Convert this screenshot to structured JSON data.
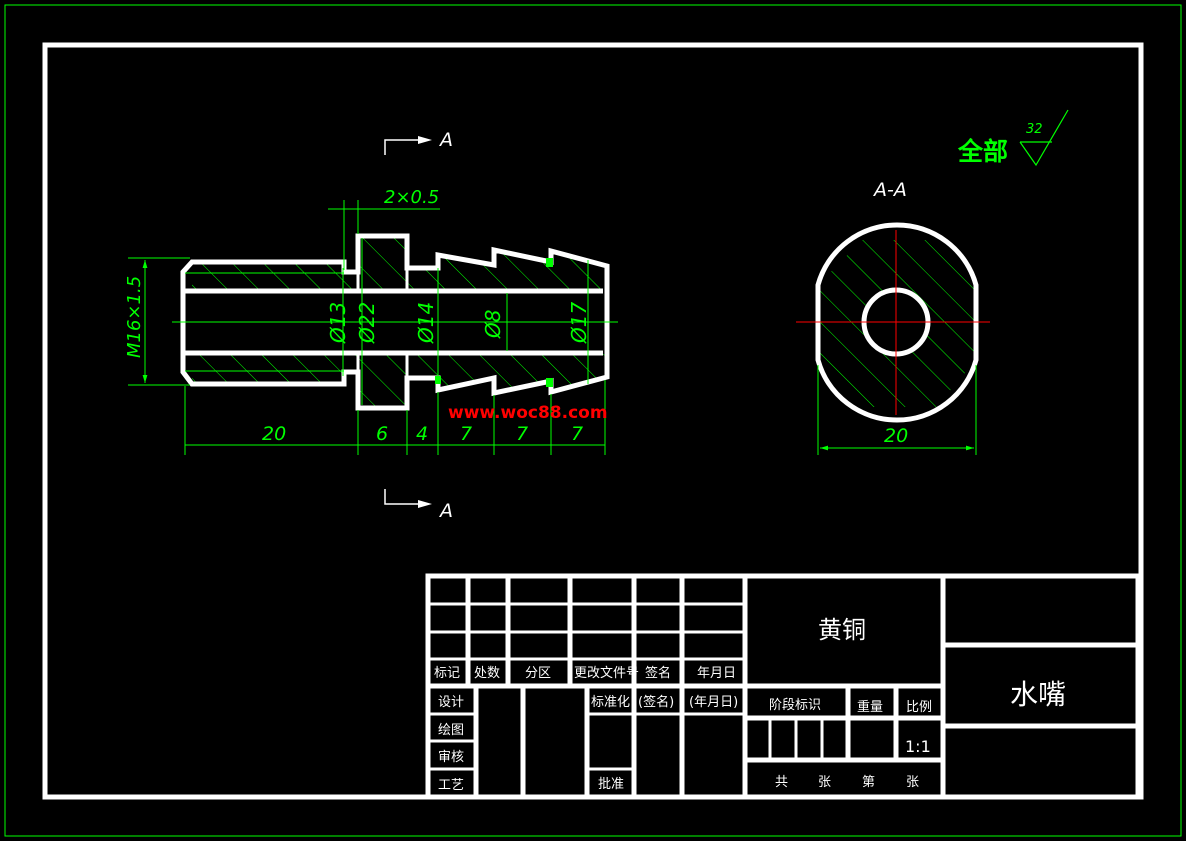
{
  "drawing": {
    "section_label_top": "A",
    "section_label_bottom": "A",
    "section_view_title": "A-A",
    "roughness_prefix": "全部",
    "roughness_value": "32",
    "watermark": "www.woc88.com"
  },
  "dimensions": {
    "chamfer": "2×0.5",
    "thread": "M16×1.5",
    "d13": "Ø13",
    "d22": "Ø22",
    "d14": "Ø14",
    "d8": "Ø8",
    "d17": "Ø17",
    "len_20": "20",
    "len_6": "6",
    "len_4": "4",
    "len_7a": "7",
    "len_7b": "7",
    "len_7c": "7",
    "section_width": "20"
  },
  "title_block": {
    "headers": [
      "标记",
      "处数",
      "分区",
      "更改文件号",
      "签名",
      "年月日"
    ],
    "roles": [
      "设计",
      "绘图",
      "审核",
      "工艺"
    ],
    "standardize": "标准化",
    "sign_paren": "(签名)",
    "date_paren": "(年月日)",
    "approve": "批准",
    "material": "黄铜",
    "stage_mark": "阶段标识",
    "weight": "重量",
    "scale_label": "比例",
    "scale_value": "1:1",
    "sheet_total": "共",
    "sheet_unit1": "张",
    "sheet_no": "第",
    "sheet_unit2": "张",
    "part_name": "水嘴"
  },
  "colors": {
    "background": "#000000",
    "outline": "#ffffff",
    "dimension": "#00ff00",
    "centerline": "#ff0000",
    "watermark": "#ff0000"
  }
}
